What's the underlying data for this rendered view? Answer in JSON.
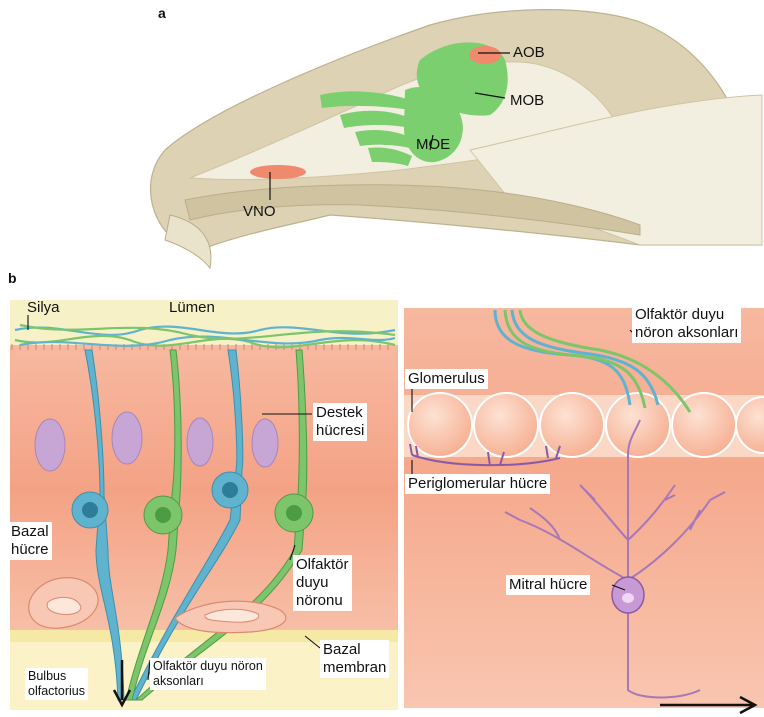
{
  "panels": {
    "a": "a",
    "b": "b"
  },
  "skull_labels": {
    "aob": "AOB",
    "mob": "MOB",
    "moe": "MOE",
    "vno": "VNO"
  },
  "epithelium_labels": {
    "silya": "Silya",
    "lumen": "Lümen",
    "destek_1": "Destek",
    "destek_2": "hücresi",
    "bazal_1": "Bazal",
    "bazal_2": "hücre",
    "neuron_1": "Olfaktör",
    "neuron_2": "duyu",
    "neuron_3": "nöronu",
    "membran_1": "Bazal",
    "membran_2": "membran",
    "axon_1": "Olfaktör duyu nöron",
    "axon_2": "aksonları",
    "bulbus_1": "Bulbus",
    "bulbus_2": "olfactorius"
  },
  "bulb_labels": {
    "axons_1": "Olfaktör duyu",
    "axons_2": "nöron aksonları",
    "glomerulus": "Glomerulus",
    "periglomerular": "Periglomerular hücre",
    "mitral": "Mitral hücre"
  },
  "colors": {
    "bone": "#ddd3b4",
    "bone_light": "#f2eee0",
    "green": "#7ccf6e",
    "red": "#ef8a6f",
    "tissue": "#f3a58c",
    "sensory_blue": "#5fb3cf",
    "sensory_green": "#7cc56a",
    "mitral_purple": "#a877b8"
  }
}
